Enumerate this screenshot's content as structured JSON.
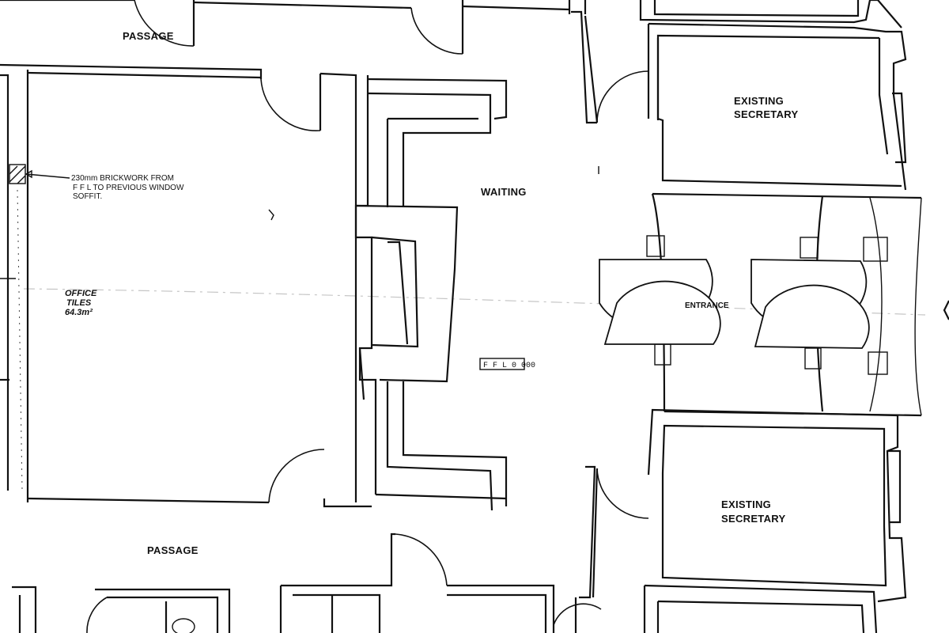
{
  "rooms": {
    "passage_top": "PASSAGE",
    "passage_bottom": "PASSAGE",
    "waiting": "WAITING",
    "entrance": "ENTRANCE",
    "office_name": "OFFICE",
    "office_finish": "TILES",
    "office_area": "64.3m²",
    "secretary_top_line1": "EXISTING",
    "secretary_top_line2": "SECRETARY",
    "secretary_bottom_line1": "EXISTING",
    "secretary_bottom_line2": "SECRETARY"
  },
  "annotations": {
    "brickwork_line1": "230mm BRICKWORK FROM",
    "brickwork_line2": "F F L TO PREVIOUS WINDOW",
    "brickwork_line3": "SOFFIT.",
    "level_tag": "F F L 0 000"
  }
}
